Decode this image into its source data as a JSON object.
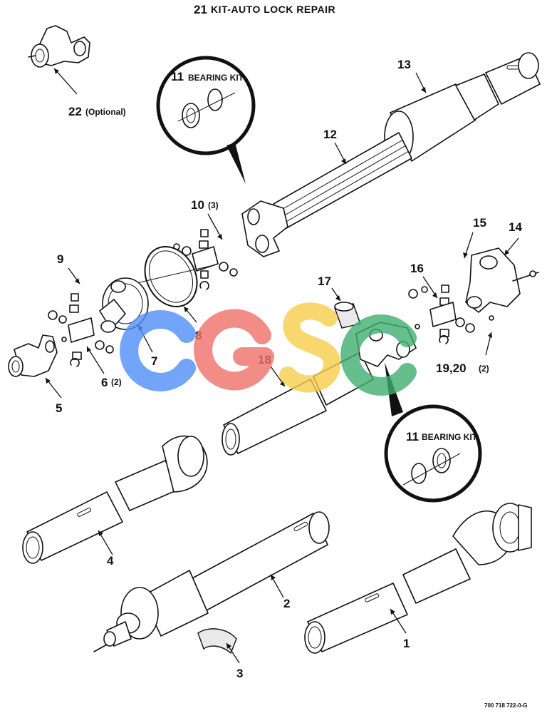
{
  "title": "KIT-AUTO LOCK REPAIR",
  "title_number": "21",
  "callouts": {
    "p1": "1",
    "p2": "2",
    "p3": "3",
    "p4": "4",
    "p5": "5",
    "p6": "6",
    "p6_qty": "(2)",
    "p7": "7",
    "p8": "8",
    "p9": "9",
    "p10": "10",
    "p10_qty": "(3)",
    "p12": "12",
    "p13": "13",
    "p14": "14",
    "p15": "15",
    "p16": "16",
    "p17": "17",
    "p18": "18",
    "p19_20": "19,20",
    "p19_20_qty": "(2)",
    "p22": "22",
    "p22_note": "(Optional)"
  },
  "bearing_kit_top": {
    "number": "11",
    "label": "BEARING KIT"
  },
  "bearing_kit_bottom": {
    "number": "11",
    "label": "BEARING KIT"
  },
  "watermark": {
    "letters": [
      "C",
      "G",
      "S",
      "C"
    ],
    "colors": [
      "#4f8ef7",
      "#f0706a",
      "#f7cf4a",
      "#3fae6f"
    ]
  },
  "figure_ref": "700 718 722-0-G"
}
